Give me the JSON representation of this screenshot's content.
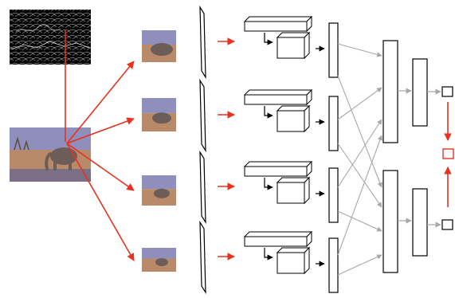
{
  "colors": {
    "red": "#e8321e",
    "gray": "#a8a8a8",
    "black": "#000000",
    "sky": "#8f8fbe",
    "ground": "#b98a6a",
    "water": "#7c6e84",
    "elephant": "#6d5d58",
    "edge_bg": "#050505",
    "edge_line": "#d8d8d8"
  },
  "images": {
    "edge_map": "edge-map-image",
    "source": "elephant-photo",
    "crops": [
      "crop-scale-1",
      "crop-scale-2",
      "crop-scale-3",
      "crop-scale-4"
    ]
  },
  "branches": 4,
  "heads": 2
}
